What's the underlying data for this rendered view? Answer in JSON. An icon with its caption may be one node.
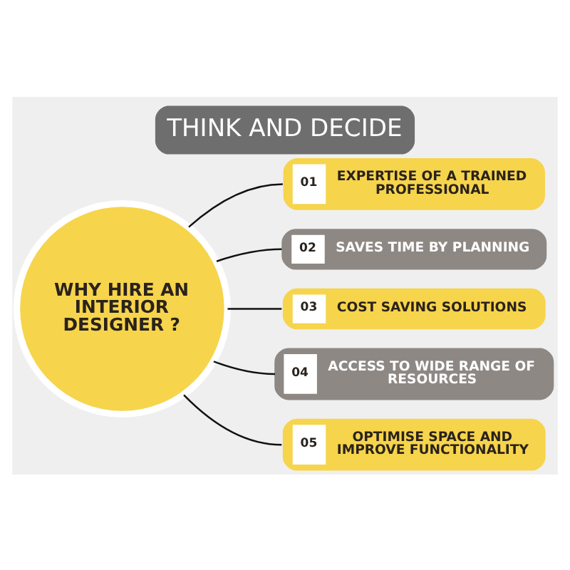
{
  "diagram": {
    "title": "THINK AND DECIDE",
    "nodes": [
      {
        "text": [
          "WHY HIRE AN INTERIOR DESIGNER ?"
        ]
      },
      {
        "text": [
          "01",
          "EXPERTISE OF A TRAINED PROFESSIONAL"
        ]
      },
      {
        "text": [
          "02",
          "SAVES TIME BY PLANNING"
        ]
      },
      {
        "text": [
          "03",
          "COST SAVING SOLUTIONS"
        ]
      },
      {
        "text": [
          "04",
          "ACCESS TO WIDE RANGE OF RESOURCES"
        ]
      },
      {
        "text": [
          "05",
          "OPTIMISE SPACE AND IMPROVE FUNCTIONALITY"
        ]
      }
    ],
    "edges": [
      {
        "from": 0,
        "to": 1,
        "arrow": "none"
      },
      {
        "from": 0,
        "to": 2,
        "arrow": "none"
      },
      {
        "from": 0,
        "to": 3,
        "arrow": "none"
      },
      {
        "from": 0,
        "to": 4,
        "arrow": "none"
      },
      {
        "from": 0,
        "to": 5,
        "arrow": "none"
      }
    ]
  }
}
